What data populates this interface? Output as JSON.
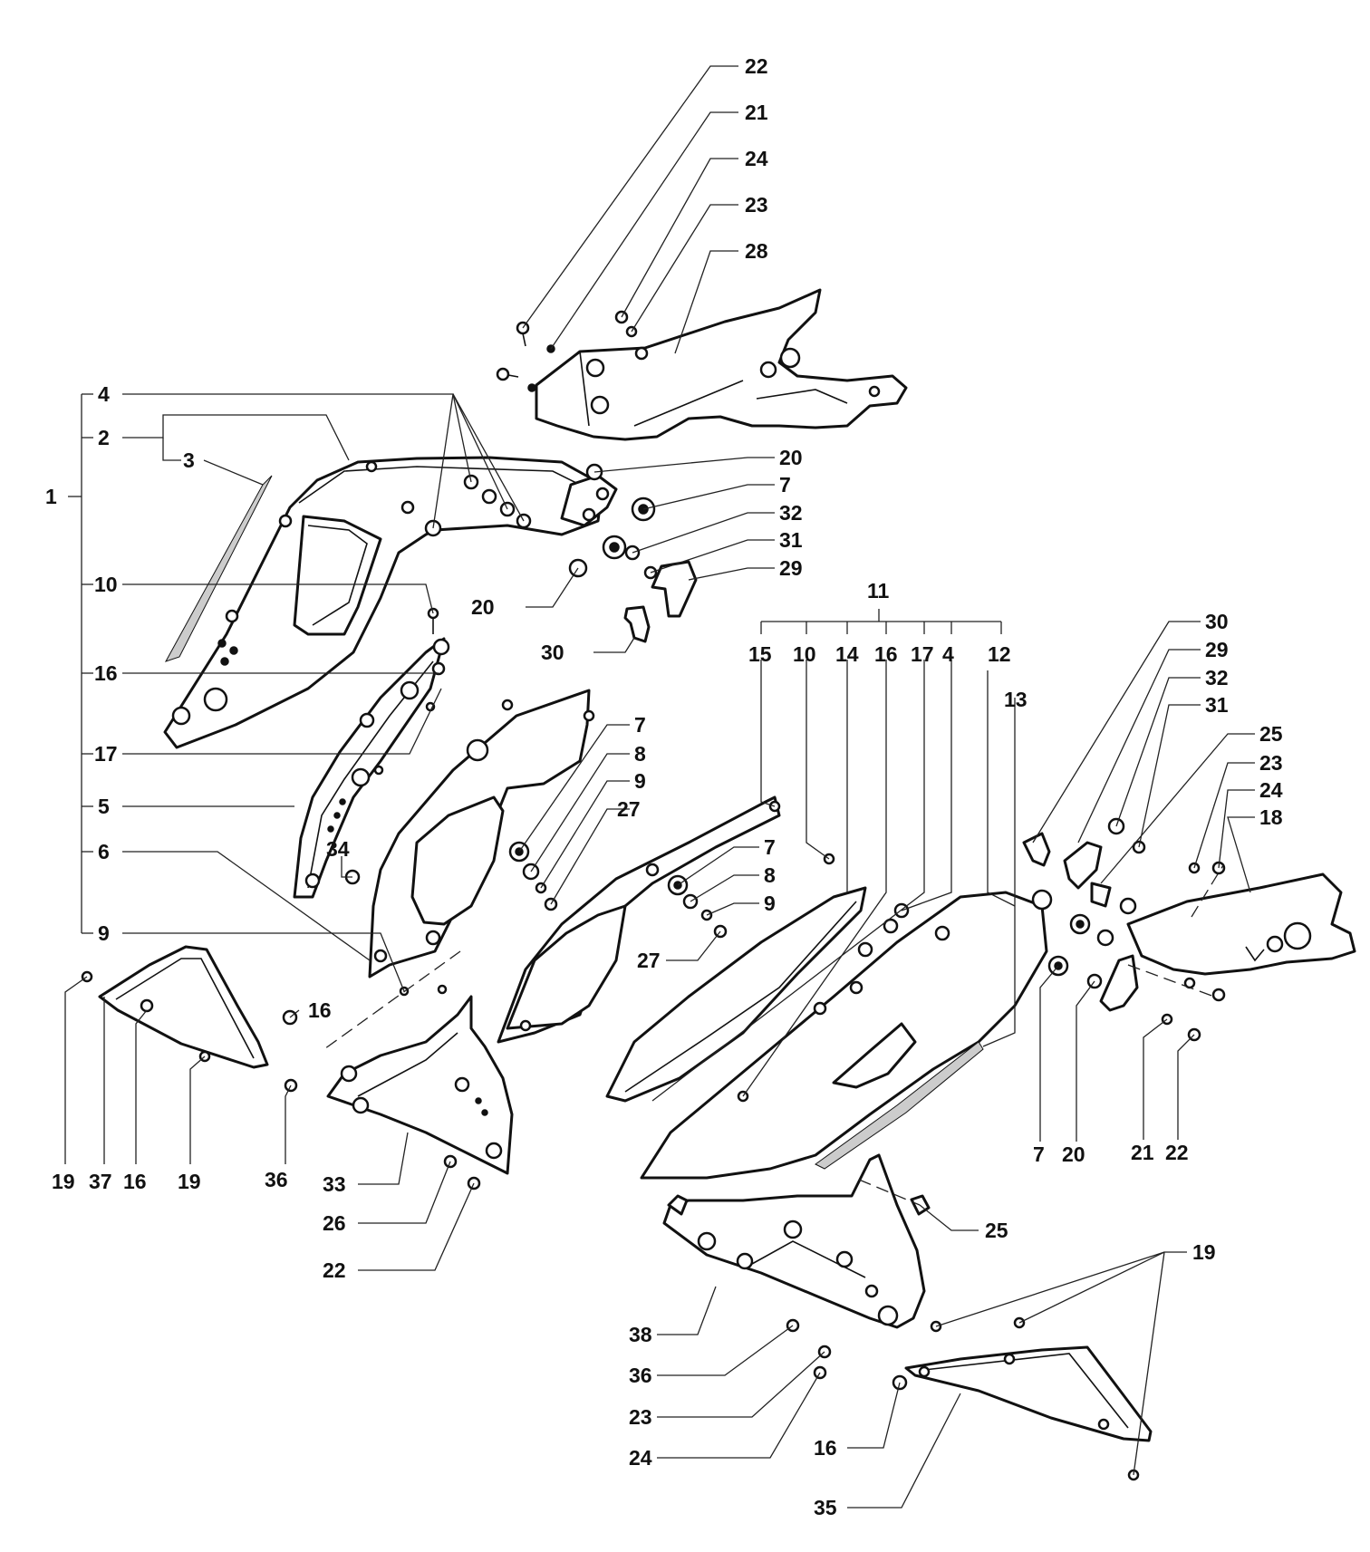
{
  "diagram": {
    "labels": {
      "l22a": "22",
      "l21a": "21",
      "l24a": "24",
      "l23a": "23",
      "l28": "28",
      "l4a": "4",
      "l2": "2",
      "l3": "3",
      "l1": "1",
      "l20a": "20",
      "l7a": "7",
      "l32a": "32",
      "l31a": "31",
      "l29a": "29",
      "l20b": "20",
      "l30a": "30",
      "l10a": "10",
      "l16a": "16",
      "l17a": "17",
      "l5": "5",
      "l6": "6",
      "l9a": "9",
      "l34": "34",
      "l7b": "7",
      "l8a": "8",
      "l9b": "9",
      "l27a": "27",
      "l11": "11",
      "l15": "15",
      "l10b": "10",
      "l14": "14",
      "l16b": "16",
      "l17b": "17",
      "l4b": "4",
      "l12": "12",
      "l13": "13",
      "l7c": "7",
      "l8b": "8",
      "l9c": "9",
      "l27b": "27",
      "l30b": "30",
      "l29b": "29",
      "l32b": "32",
      "l31b": "31",
      "l25a": "25",
      "l23b": "23",
      "l24b": "24",
      "l18": "18",
      "l7d": "7",
      "l20c": "20",
      "l21b": "21",
      "l22b": "22",
      "l16c": "16",
      "l19a": "19",
      "l37": "37",
      "l16d": "16",
      "l19b": "19",
      "l36a": "36",
      "l33": "33",
      "l26": "26",
      "l22c": "22",
      "l25b": "25",
      "l19c": "19",
      "l38": "38",
      "l36b": "36",
      "l23c": "23",
      "l24c": "24",
      "l16e": "16",
      "l35": "35"
    }
  }
}
